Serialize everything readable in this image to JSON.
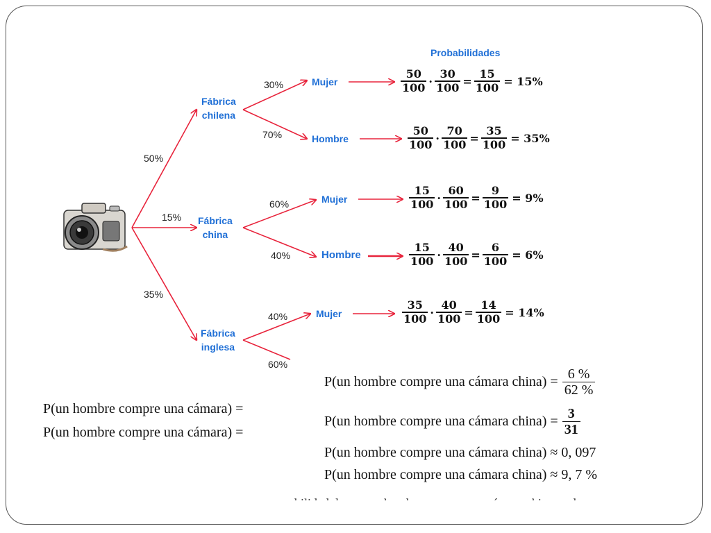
{
  "probabilities_title": "Probabilidades",
  "factories": [
    {
      "line1": "Fábrica",
      "line2": "chilena",
      "pct": "50%"
    },
    {
      "line1": "Fábrica",
      "line2": "china",
      "pct": "15%"
    },
    {
      "line1": "Fábrica",
      "line2": "inglesa",
      "pct": "35%"
    }
  ],
  "branches": [
    {
      "pct": "30%",
      "label": "Mujer",
      "a": "50",
      "b": "100",
      "c": "30",
      "d": "100",
      "e": "15",
      "f": "100",
      "result": "= 15%"
    },
    {
      "pct": "70%",
      "label": "Hombre",
      "a": "50",
      "b": "100",
      "c": "70",
      "d": "100",
      "e": "35",
      "f": "100",
      "result": "= 35%"
    },
    {
      "pct": "60%",
      "label": "Mujer",
      "a": "15",
      "b": "100",
      "c": "60",
      "d": "100",
      "e": "9",
      "f": "100",
      "result": "= 9%"
    },
    {
      "pct": "40%",
      "label": "Hombre",
      "a": "15",
      "b": "100",
      "c": "40",
      "d": "100",
      "e": "6",
      "f": "100",
      "result": "= 6%"
    },
    {
      "pct": "40%",
      "label": "Mujer",
      "a": "35",
      "b": "100",
      "c": "40",
      "d": "100",
      "e": "14",
      "f": "100",
      "result": "= 14%"
    },
    {
      "pct": "60%"
    }
  ],
  "math": {
    "left1": "P(un hombre compre una cámara) =",
    "left2": "P(un hombre compre una cámara) =",
    "line1_lhs": "P(un hombre compre una cámara china) =",
    "line1_num": "6 %",
    "line1_den": "62 %",
    "line2_lhs": "P(un hombre compre una cámara china) =",
    "line2_num": "3",
    "line2_den": "31",
    "line3": "P(un hombre compre una cámara china) ≈ 0, 097",
    "line4": "P(un hombre compre una cámara china) ≈ 9, 7 %",
    "cut_text": "bilidad de que un hombre compre una cámara china es de"
  },
  "colors": {
    "arrow": "#e8243c",
    "node": "#1f6fd6"
  }
}
